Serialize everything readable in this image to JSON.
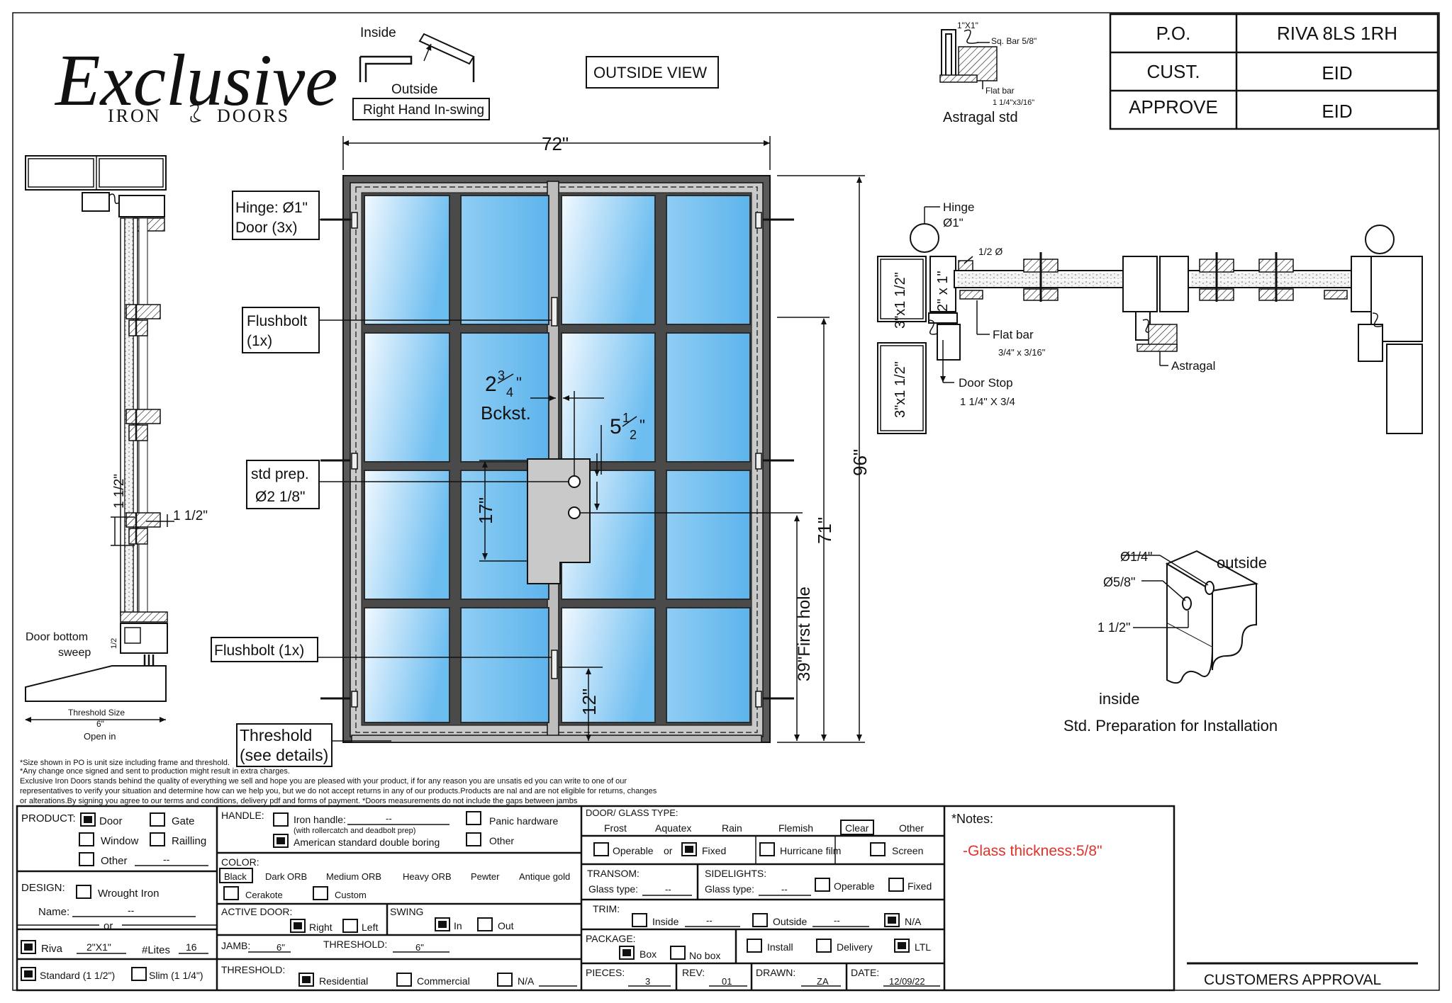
{
  "brand": {
    "script": "Exclusive",
    "sub_left": "IRON",
    "sub_right": "DOORS"
  },
  "swing_diagram": {
    "inside": "Inside",
    "outside": "Outside",
    "label": "Right Hand In-swing"
  },
  "view_label": "OUTSIDE VIEW",
  "astragal_std": {
    "caption": "Astragal std",
    "size_top": "1\"X1\"",
    "sq_bar": "Sq. Bar 5/8\"",
    "flat_bar": "Flat bar",
    "flat_bar_size": "1 1/4\"x3/16\""
  },
  "title_block": [
    {
      "label": "P.O.",
      "value": "RIVA 8LS 1RH"
    },
    {
      "label": "CUST.",
      "value": "EID"
    },
    {
      "label": "APPROVE",
      "value": "EID"
    }
  ],
  "dimensions": {
    "width": "72\"",
    "height": "96\"",
    "h71": "71\"",
    "first_hole": "39\"First hole",
    "backset_num": "2",
    "backset_frac_top": "3",
    "backset_frac_bot": "4",
    "backset_label": "Bckst.",
    "five_num": "5",
    "five_frac_top": "1",
    "five_frac_bot": "2",
    "seventeen": "17\"",
    "twelve": "12\""
  },
  "callouts": {
    "hinge": "Hinge: Ø1\"",
    "hinge_sub": "Door (3x)",
    "flushbolt_top": "Flushbolt",
    "flushbolt_top_sub": "(1x)",
    "std_prep": "std prep.",
    "std_prep_sub": "Ø2 1/8\"",
    "flushbolt_bottom": "Flushbolt (1x)",
    "threshold": "Threshold",
    "threshold_sub": "(see details)"
  },
  "section_left": {
    "dim_vertical": "1 1/2\"",
    "dim_horizontal": "1 1/2\"",
    "bottom_sweep_1": "Door bottom",
    "bottom_sweep_2": "sweep",
    "half": "1/2",
    "threshold_size": "Threshold Size",
    "threshold_6": "6\"",
    "open_in": "Open in"
  },
  "section_top": {
    "hinge": "Hinge",
    "hinge_dia": "Ø1\"",
    "half_sq": "1/2 Ø",
    "frame1": "3\"x1 1/2\"",
    "frame2": "3\"x1 1/2\"",
    "jamb": "2\" x 1\"",
    "flat_bar": "Flat bar",
    "flat_bar_size": "3/4\" x 3/16\"",
    "door_stop": "Door Stop",
    "door_stop_size": "1 1/4\" X 3/4",
    "astragal": "Astragal"
  },
  "prep_detail": {
    "d14": "Ø1/4\"",
    "d58": "Ø5/8\"",
    "d112": "1 1/2\"",
    "outside": "outside",
    "inside": "inside",
    "caption": "Std. Preparation for Installation"
  },
  "fine_print": [
    "*Size shown in PO is unit size including frame and threshold.",
    "*Any change once signed and sent to production might result in extra charges.",
    "Exclusive Iron Doors stands behind the quality of everything we sell and hope you are pleased with your product, if for any reason you are unsatis   ed you can write to one of our",
    "representatives to verify your situation and determine how can we help you, but we do not accept returns in any of our products.Products are     nal and are not eligible for returns, changes",
    "or alterations.By signing you agree to our terms and conditions, delivery pdf and forms of payment. *Doors measurements do not include the gaps between jambs"
  ],
  "form": {
    "product": {
      "label": "PRODUCT:",
      "door": "Door",
      "gate": "Gate",
      "window": "Window",
      "railling": "Railling",
      "other": "Other",
      "other_val": "--"
    },
    "design": {
      "label": "DESIGN:",
      "wrought": "Wrought Iron",
      "name_label": "Name:",
      "name_val": "--",
      "or": "or"
    },
    "riva": {
      "label": "Riva",
      "size": "2\"X1\"",
      "lites_label": "#Lites",
      "lites_val": "16",
      "standard": "Standard (1 1/2\")",
      "slim": "Slim (1 1/4\")"
    },
    "handle": {
      "label": "HANDLE:",
      "iron": "Iron handle:",
      "iron_val": "--",
      "iron_sub": "(with rollercatch and deadbolt prep)",
      "american": "American standard double boring",
      "panic": "Panic hardware",
      "other": "Other"
    },
    "color": {
      "label": "COLOR:",
      "options": [
        "Black",
        "Dark ORB",
        "Medium ORB",
        "Heavy ORB",
        "Pewter",
        "Antique gold"
      ],
      "cerakote": "Cerakote",
      "custom": "Custom"
    },
    "active_door": {
      "label": "ACTIVE DOOR:",
      "right": "Right",
      "left": "Left"
    },
    "swing": {
      "label": "SWING",
      "in": "In",
      "out": "Out"
    },
    "jamb": {
      "label": "JAMB:",
      "val": "6\"",
      "threshold_label": "THRESHOLD:",
      "threshold_val": "6\""
    },
    "threshold": {
      "label": "THRESHOLD:",
      "residential": "Residential",
      "commercial": "Commercial",
      "na": "N/A"
    },
    "glass": {
      "label": "DOOR/ GLASS TYPE:",
      "types": [
        "Frost",
        "Aquatex",
        "Rain",
        "Flemish",
        "Clear",
        "Other"
      ],
      "operable": "Operable",
      "or": "or",
      "fixed": "Fixed",
      "hurricane": "Hurricane film",
      "screen": "Screen"
    },
    "transom": {
      "label": "TRANSOM:",
      "glass_label": "Glass type:",
      "glass_val": "--"
    },
    "sidelights": {
      "label": "SIDELIGHTS:",
      "glass_label": "Glass type:",
      "glass_val": "--",
      "operable": "Operable",
      "fixed": "Fixed"
    },
    "trim": {
      "label": "TRIM:",
      "inside": "Inside",
      "inside_val": "--",
      "outside": "Outside",
      "outside_val": "--",
      "na": "N/A"
    },
    "package": {
      "label": "PACKAGE:",
      "box": "Box",
      "nobox": "No box",
      "install": "Install",
      "delivery": "Delivery",
      "ltl": "LTL"
    },
    "pieces": {
      "label": "PIECES:",
      "val": "3"
    },
    "rev": {
      "label": "REV:",
      "val": "01"
    },
    "drawn": {
      "label": "DRAWN:",
      "val": "ZA"
    },
    "date": {
      "label": "DATE:",
      "val": "12/09/22"
    },
    "notes": {
      "label": "*Notes:",
      "note1": "-Glass thickness:5/8\""
    },
    "approval": "CUSTOMERS APPROVAL"
  },
  "colors": {
    "glass_light": "#f2f9ff",
    "glass_dark": "#6cbdf0",
    "frame": "#5a5a5a",
    "note_red": "#e0312b"
  }
}
